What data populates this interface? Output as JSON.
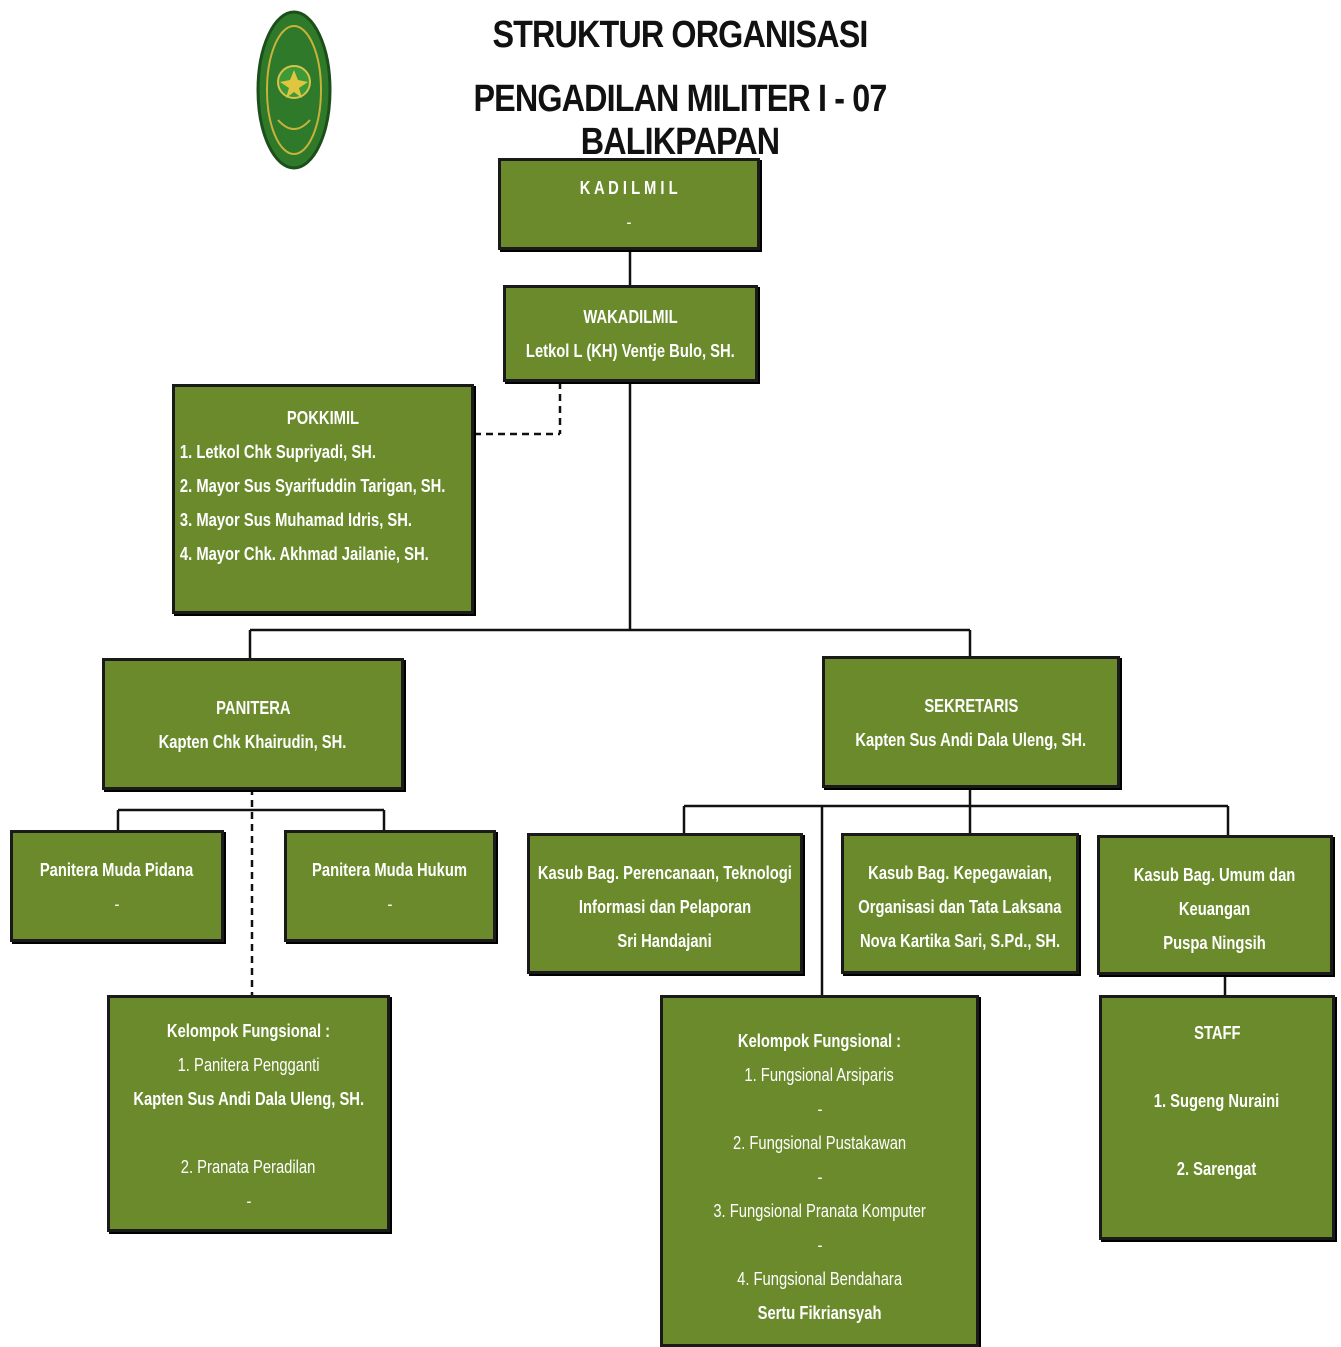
{
  "header": {
    "title_line1": "STRUKTUR ORGANISASI",
    "title_line2": "PENGADILAN MILITER I - 07 BALIKPAPAN"
  },
  "colors": {
    "box_fill": "#6b8a2c",
    "box_border": "#1a1a1a",
    "text": "#ffffff"
  },
  "nodes": {
    "kadilmil": {
      "title": "K A D I L M I L",
      "name": "-"
    },
    "wakadilmil": {
      "title": "WAKADILMIL",
      "name": "Letkol L (KH) Ventje Bulo, SH."
    },
    "pokkimil": {
      "title": "POKKIMIL",
      "members": [
        "1. Letkol  Chk Supriyadi, SH.",
        "2. Mayor Sus Syarifuddin Tarigan,  SH.",
        "3. Mayor Sus Muhamad Idris, SH.",
        "4. Mayor Chk. Akhmad Jailanie, SH."
      ]
    },
    "panitera": {
      "title": "PANITERA",
      "name": "Kapten Chk Khairudin, SH."
    },
    "sekretaris": {
      "title": "SEKRETARIS",
      "name": "Kapten Sus  Andi Dala Uleng, SH."
    },
    "panmud_pidana": {
      "title": "Panitera Muda Pidana",
      "name": "-"
    },
    "panmud_hukum": {
      "title": "Panitera Muda Hukum",
      "name": "-"
    },
    "kasubbag_ptip": {
      "line1": "Kasub Bag.  Perencanaan, Teknologi",
      "line2": "Informasi dan Pelaporan",
      "name": "Sri Handajani"
    },
    "kasubbag_kepeg": {
      "line1": "Kasub Bag.   Kepegawaian,",
      "line2": "Organisasi dan Tata Laksana",
      "name": "Nova Kartika Sari, S.Pd., SH."
    },
    "kasubbag_umum": {
      "line1": "Kasub Bag.  Umum dan",
      "line2": "Keuangan",
      "name": "Puspa Ningsih"
    },
    "fungsional_panitera": {
      "title": "Kelompok Fungsional :",
      "item1": "1. Panitera Pengganti",
      "item1_name": "Kapten Sus Andi Dala Uleng, SH.",
      "item2": "2. Pranata Peradilan",
      "item2_name": "-"
    },
    "fungsional_sekretaris": {
      "title": "Kelompok Fungsional :",
      "items": [
        {
          "label": "1. Fungsional Arsiparis",
          "name": "-"
        },
        {
          "label": "2. Fungsional Pustakawan",
          "name": "-"
        },
        {
          "label": "3. Fungsional Pranata Komputer",
          "name": "-"
        },
        {
          "label": "4. Fungsional Bendahara",
          "name": "Sertu Fikriansyah"
        }
      ]
    },
    "staff": {
      "title": "STAFF",
      "members": [
        "1. Sugeng Nuraini",
        "2. Sarengat"
      ]
    }
  }
}
